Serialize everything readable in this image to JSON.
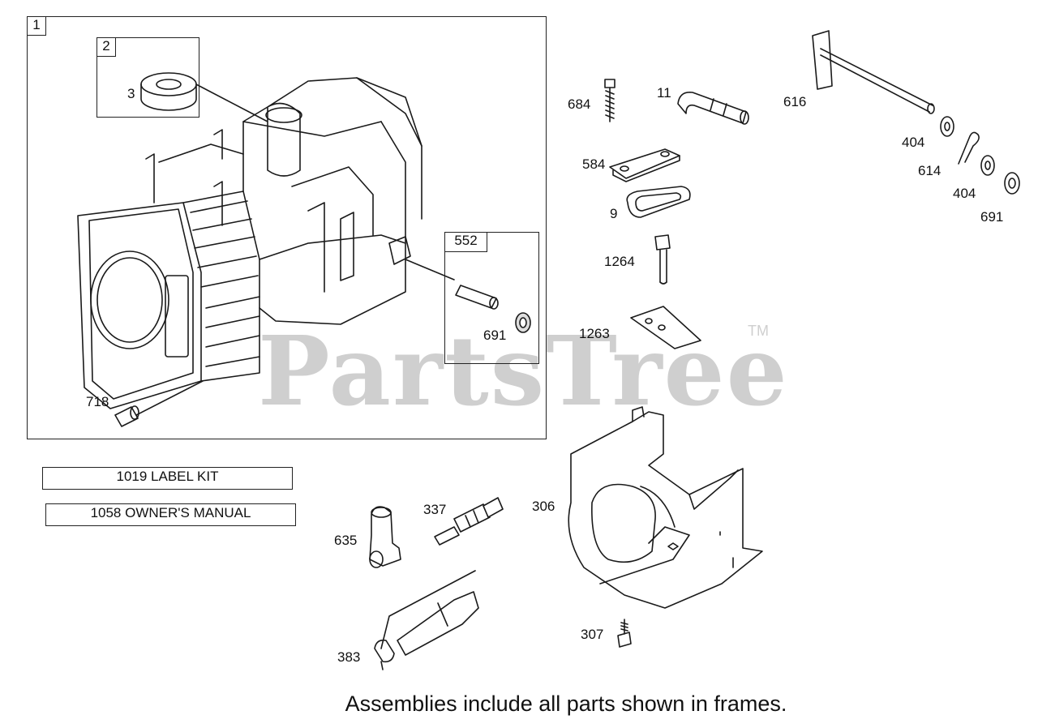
{
  "frames": {
    "main_tag": "1",
    "sub_tag_2": "2",
    "sub_tag_552": "552"
  },
  "parts": {
    "p3": "3",
    "p718": "718",
    "p691_frame": "691",
    "p684": "684",
    "p11": "11",
    "p616": "616",
    "p584": "584",
    "p9": "9",
    "p404a": "404",
    "p614": "614",
    "p404b": "404",
    "p691": "691",
    "p1264": "1264",
    "p1263": "1263",
    "p306": "306",
    "p337": "337",
    "p635": "635",
    "p307": "307",
    "p383": "383"
  },
  "notes": {
    "label_kit": "1019 LABEL KIT",
    "owners_manual": "1058 OWNER'S MANUAL"
  },
  "watermark": {
    "text": "PartsTree",
    "tm": "TM"
  },
  "footer": "Assemblies include all parts shown in frames."
}
